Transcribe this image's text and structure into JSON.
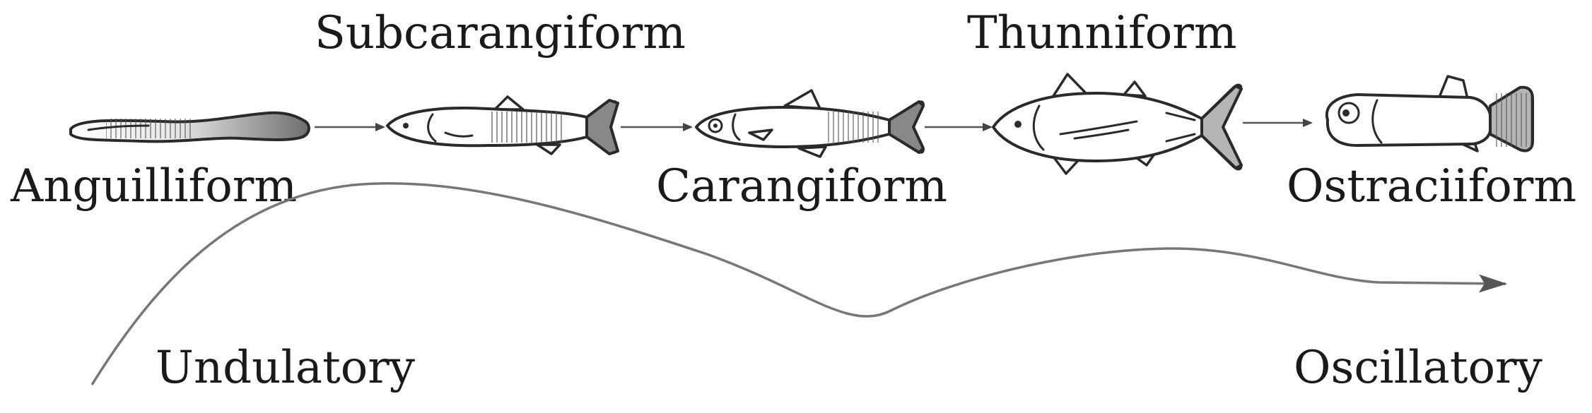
{
  "labels": {
    "anguilliform": "Anguilliform",
    "subcarangiform": "Subcarangiform",
    "carangiform": "Carangiform",
    "thunniform": "Thunniform",
    "ostraciiform": "Ostraciiform",
    "undulatory": "Undulatory",
    "oscillatory": "Oscillatory"
  }
}
